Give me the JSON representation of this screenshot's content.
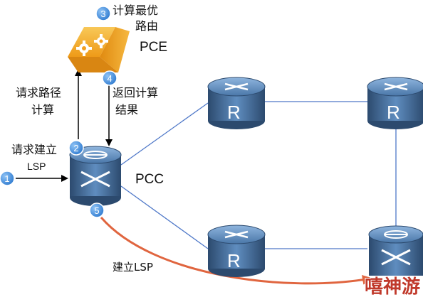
{
  "colors": {
    "link": "#4f78c8",
    "arrow": "#000000",
    "lsp_path": "#e0653f",
    "router_dark": "#2c4a6e",
    "router_mid": "#3f6a99",
    "router_light": "#6b97c7",
    "pce_orange": "#f2a020",
    "pce_light": "#f8c858",
    "step_badge": "#4a90e2",
    "watermark": "#c0392b"
  },
  "pce": {
    "label": "PCE",
    "caption_line1": "计算最优",
    "caption_line2": "路由"
  },
  "pcc": {
    "label": "PCC"
  },
  "routers": [
    {
      "label": "R"
    },
    {
      "label": "R"
    },
    {
      "label": "R"
    }
  ],
  "steps": [
    {
      "number": "1"
    },
    {
      "number": "2"
    },
    {
      "number": "3"
    },
    {
      "number": "4"
    },
    {
      "number": "5"
    }
  ],
  "annotations": {
    "request_route_line1": "请求路径",
    "request_route_line2": "计算",
    "return_result_line1": "返回计算",
    "return_result_line2": "结果",
    "request_lsp_line1": "请求建立",
    "request_lsp_line2": "LSP",
    "establish_lsp": "建立LSP"
  },
  "watermark": {
    "text": "嘻神游"
  }
}
